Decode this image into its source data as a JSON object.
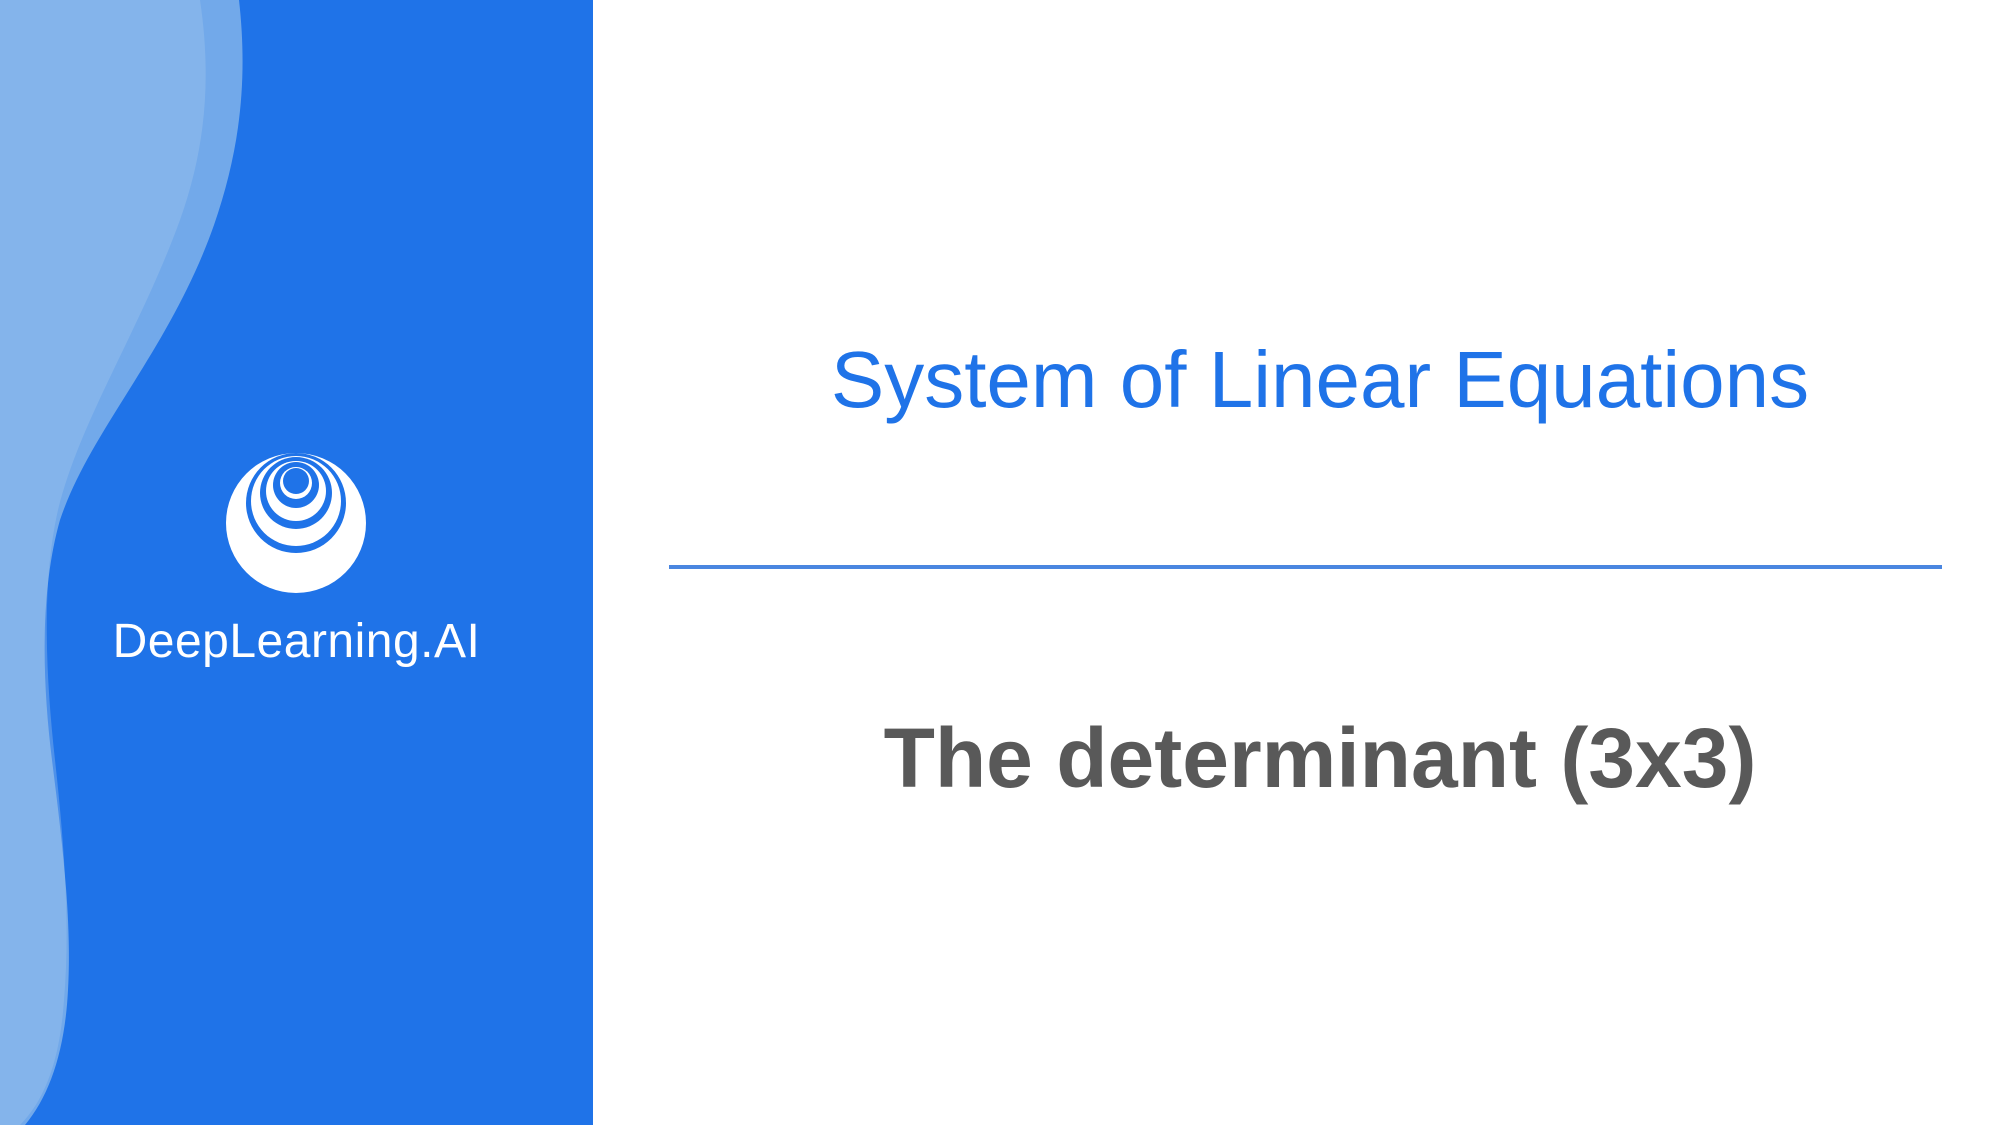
{
  "brand": {
    "name": "DeepLearning.AI",
    "panel_color": "#1f73e8",
    "logo_icon": "concentric-circles-logo"
  },
  "slide": {
    "title": "System of Linear Equations",
    "subtitle": "The determinant (3x3)",
    "title_color": "#1f73e8",
    "subtitle_color": "#595959",
    "divider_color": "#4a86e0"
  }
}
